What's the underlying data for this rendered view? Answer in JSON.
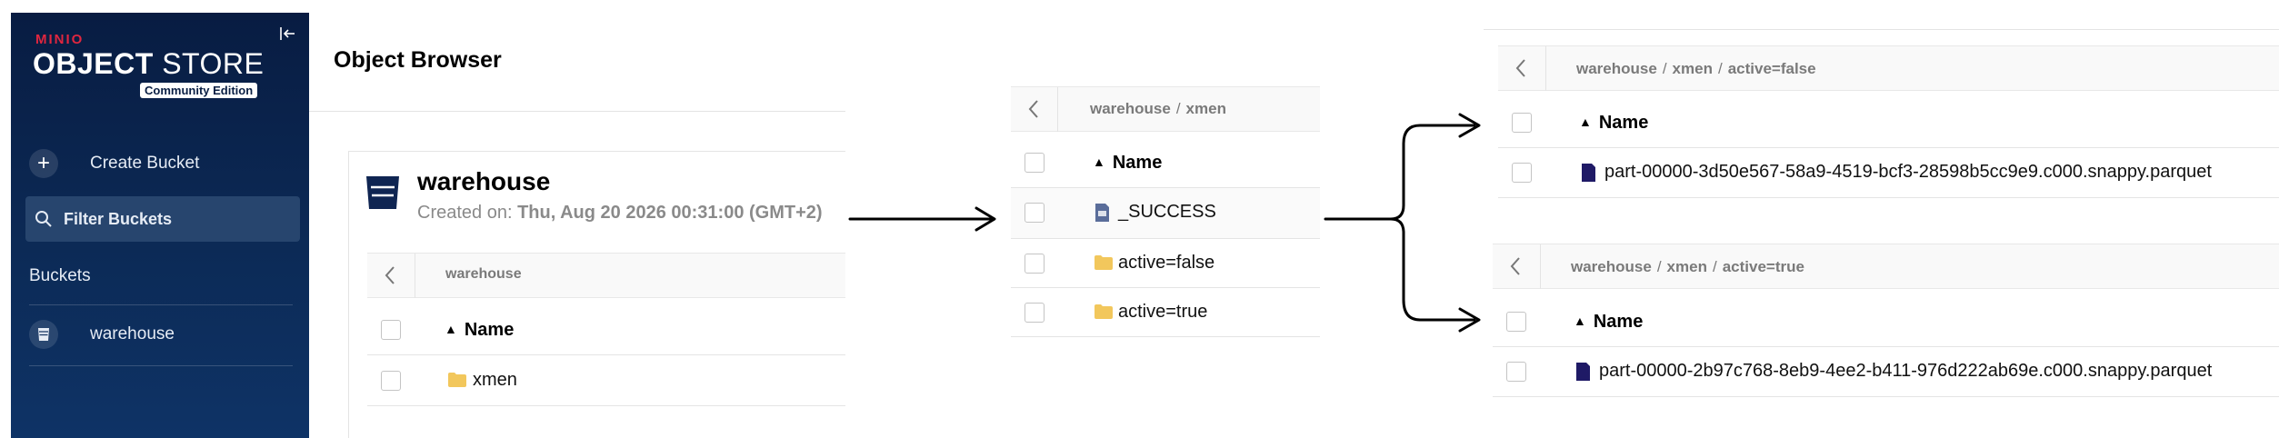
{
  "sidebar": {
    "brand_small": "MINIO",
    "brand_bold": "OBJECT",
    "brand_light": " STORE",
    "edition": "Community Edition",
    "create_bucket": "Create Bucket",
    "filter_buckets": "Filter Buckets",
    "buckets_title": "Buckets",
    "buckets": [
      "warehouse"
    ]
  },
  "main": {
    "page_title": "Object Browser",
    "bucket": {
      "name": "warehouse",
      "created_label": "Created on: ",
      "created_date": "Thu, Aug 20 2026 00:31:00 (GMT+2)"
    },
    "root_view": {
      "breadcrumb": [
        "warehouse"
      ],
      "column": "Name",
      "rows": [
        {
          "name": "xmen",
          "type": "folder"
        }
      ]
    }
  },
  "xmen_view": {
    "breadcrumb": [
      "warehouse",
      "xmen"
    ],
    "separator": "/",
    "column": "Name",
    "rows": [
      {
        "name": "_SUCCESS",
        "type": "file"
      },
      {
        "name": "active=false",
        "type": "folder"
      },
      {
        "name": "active=true",
        "type": "folder"
      }
    ]
  },
  "active_false_view": {
    "breadcrumb": [
      "warehouse",
      "xmen",
      "active=false"
    ],
    "column": "Name",
    "rows": [
      {
        "name": "part-00000-3d50e567-58a9-4519-bcf3-28598b5cc9e9.c000.snappy.parquet",
        "type": "parquet"
      }
    ]
  },
  "active_true_view": {
    "breadcrumb": [
      "warehouse",
      "xmen",
      "active=true"
    ],
    "column": "Name",
    "rows": [
      {
        "name": "part-00000-2b97c768-8eb9-4ee2-b411-976d222ab69e.c000.snappy.parquet",
        "type": "parquet"
      }
    ]
  },
  "colors": {
    "sidebar_top": "#081c42",
    "sidebar_bottom": "#0e3366",
    "brand_red": "#e0263f",
    "folder": "#f2c75c",
    "parquet": "#1f1a66",
    "success_file": "#5a6d9a"
  }
}
